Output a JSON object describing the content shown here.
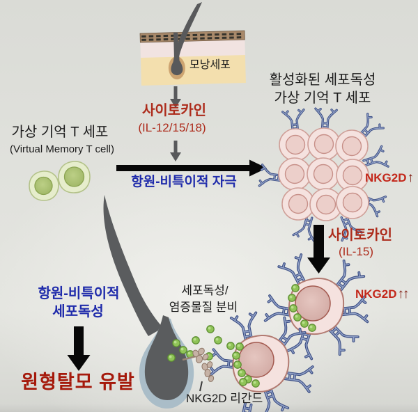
{
  "figure": {
    "type": "scientific-diagram",
    "topic": "Virtual memory T cell / NKG2D mediated alopecia areata mechanism"
  },
  "colors": {
    "background": "#e2e3de",
    "red_text": "#ad2b1b",
    "dark_red_text": "#a5190b",
    "arrow_red": "#7c150a",
    "blue_text": "#202cab",
    "black_text": "#1c1c1c",
    "hair_gray": "#595a5c",
    "skin_top_band": "#a8896a",
    "skin_mid_layer": "#f1e3e1",
    "skin_deep_layer": "#f3dfae",
    "bulb_sheath_blue": "#aabdc8",
    "green_cell": "#e6edcc",
    "pink_cell": "#f5e2df",
    "granule_green": "#90c458",
    "receptor_blue": "#3f5186",
    "ligand_tan": "#c6b2a5"
  },
  "labels": {
    "follicle_cell": "모낭세포",
    "cytokine_top": "사이토카인",
    "cytokine_top_sub": "(IL-12/15/18)",
    "vm_t_cell_ko": "가상 기억 T 세포",
    "vm_t_cell_en": "(Virtual Memory T cell)",
    "stimulus": "항원-비특이적 자극",
    "activated_line1": "활성화된 세포독성",
    "activated_line2": "가상 기억 T 세포",
    "nkg2d_up": {
      "name": "NKG2D",
      "arrows": "↑"
    },
    "cytokine_right": "사이토카인",
    "cytokine_right_sub": "(IL-15)",
    "nkg2d_upup": {
      "name": "NKG2D",
      "arrows": "↑↑"
    },
    "secretion_line1": "세포독성/",
    "secretion_line2": "염증물질 분비",
    "cytotoxicity_line1": "항원-비특이적",
    "cytotoxicity_line2": "세포독성",
    "outcome": "원형탈모 유발",
    "ligand": "NKG2D 리간드"
  }
}
